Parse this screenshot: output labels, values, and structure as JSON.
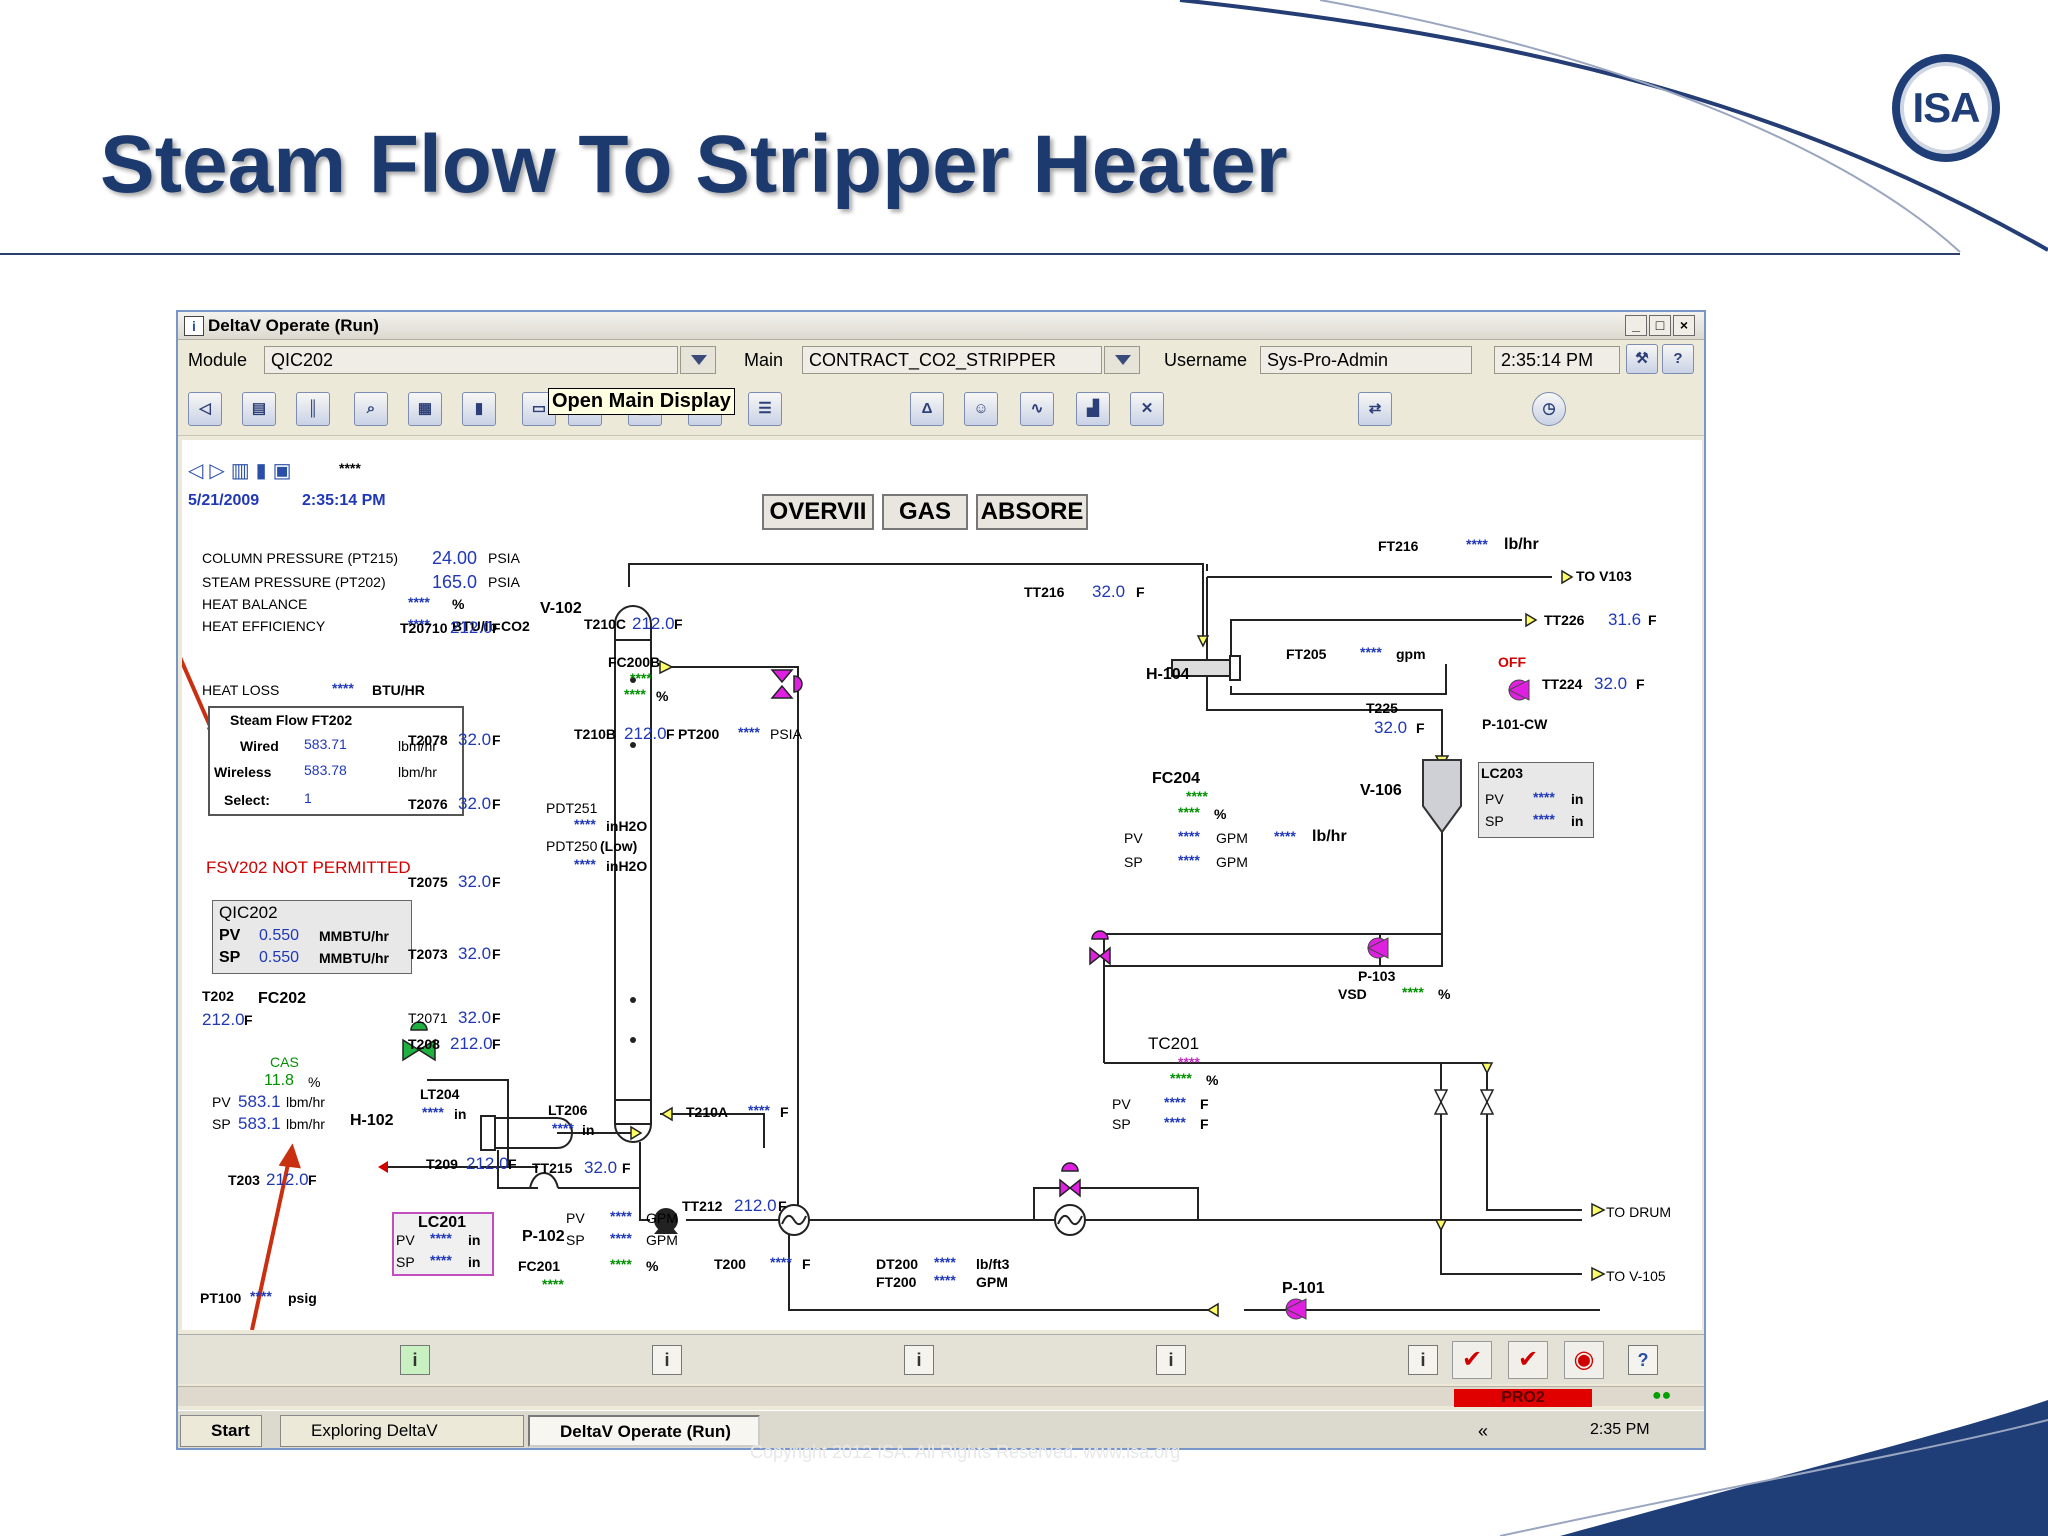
{
  "slide": {
    "title": "Steam Flow To Stripper Heater",
    "logo_text": "ISA",
    "copyright": "Copyright 2012 ISA. All Rights Reserved. www.isa.org"
  },
  "window": {
    "title": "DeltaV Operate (Run)",
    "module_label": "Module",
    "module_value": "QIC202",
    "main_label": "Main",
    "main_value": "CONTRACT_CO2_STRIPPER",
    "username_label": "Username",
    "username_value": "Sys-Pro-Admin",
    "time": "2:35:14 PM",
    "help": "?",
    "tooltip": "Open Main Display",
    "stars": "****",
    "date": "5/21/2009",
    "date_time": "2:35:14 PM"
  },
  "nav": [
    "OVERVII",
    "GAS",
    "ABSORE"
  ],
  "left_panel": {
    "column_pressure_label": "COLUMN PRESSURE (PT215)",
    "column_pressure_value": "24.00",
    "column_pressure_unit": "PSIA",
    "steam_pressure_label": "STEAM PRESSURE (PT202)",
    "steam_pressure_value": "165.0",
    "steam_pressure_unit": "PSIA",
    "heat_balance_label": "HEAT BALANCE",
    "heat_balance_value": "****",
    "heat_balance_unit": "%",
    "heat_eff_label": "HEAT EFFICIENCY",
    "heat_eff_value": "****",
    "heat_eff_unit": "BTU/lb CO2",
    "heat_loss_label": "HEAT LOSS",
    "heat_loss_value": "****",
    "heat_loss_unit": "BTU/HR",
    "fsv_msg": "FSV202 NOT PERMITTED"
  },
  "steam_box": {
    "title": "Steam Flow FT202",
    "wired_label": "Wired",
    "wired_value": "583.71",
    "wired_unit": "lbm/hr",
    "wireless_label": "Wireless",
    "wireless_value": "583.78",
    "wireless_unit": "lbm/hr",
    "select_label": "Select:",
    "select_value": "1"
  },
  "qic": {
    "title": "QIC202",
    "pv_label": "PV",
    "pv_value": "0.550",
    "pv_unit": "MMBTU/hr",
    "sp_label": "SP",
    "sp_value": "0.550",
    "sp_unit": "MMBTU/hr"
  },
  "fc202": {
    "t202_label": "T202",
    "t202_value": "212.0",
    "unit_f": "F",
    "tag": "FC202",
    "mode": "CAS",
    "out": "11.8",
    "out_unit": "%",
    "pv_label": "PV",
    "pv_value": "583.1",
    "pv_unit": "lbm/hr",
    "sp_label": "SP",
    "sp_value": "583.1",
    "sp_unit": "lbm/hr",
    "t203_label": "T203",
    "t203_value": "212.0"
  },
  "pt100": {
    "label": "PT100",
    "value": "****",
    "unit": "psig"
  },
  "temps": [
    {
      "label": "T20710",
      "value": "212.0"
    },
    {
      "label": "T2078",
      "value": "32.0"
    },
    {
      "label": "T2076",
      "value": "32.0"
    },
    {
      "label": "T2075",
      "value": "32.0"
    },
    {
      "label": "T2073",
      "value": "32.0"
    },
    {
      "label": "T2071",
      "value": "32.0"
    },
    {
      "label": "T208",
      "value": "212.0"
    },
    {
      "label": "T209",
      "value": "212.0"
    }
  ],
  "column": {
    "v102": "V-102",
    "h102": "H-102",
    "lt204_label": "LT204",
    "lt204_value": "****",
    "lt204_unit": "in",
    "lt206_label": "LT206",
    "lt206_value": "****",
    "lt206_unit": "in",
    "tt215_label": "TT215",
    "tt215_value": "32.0",
    "t210c_label": "T210C",
    "t210c_value": "212.0",
    "t210b_label": "T210B",
    "t210b_value": "212.0",
    "pt200_label": "PT200",
    "pt200_value": "****",
    "pt200_unit": "PSIA",
    "fc200b_tag": "FC200B",
    "fc200b_mode": "****",
    "fc200b_out": "****",
    "fc200b_unit": "%",
    "pdt251_label": "PDT251",
    "pdt251_value": "****",
    "pdt251_unit": "inH2O",
    "pdt250_label": "PDT250",
    "pdt250_low": "(Low)",
    "pdt250_value": "****",
    "pdt250_unit": "inH2O",
    "t210a_label": "T210A",
    "t210a_value": "****",
    "tt212_label": "TT212",
    "tt212_value": "212.0",
    "t200_label": "T200",
    "t200_value": "****"
  },
  "lc201": {
    "tag": "LC201",
    "pv_label": "PV",
    "pv_value": "****",
    "sp_label": "SP",
    "sp_value": "****",
    "unit": "in"
  },
  "fc201": {
    "p102": "P-102",
    "pv_label": "PV",
    "pv_value": "****",
    "sp_label": "SP",
    "sp_value": "****",
    "unit": "GPM",
    "tag": "FC201",
    "mode": "****",
    "out": "****",
    "out_unit": "%"
  },
  "dt200": {
    "dt200_label": "DT200",
    "dt200_value": "****",
    "dt200_unit": "lb/ft3",
    "ft200_label": "FT200",
    "ft200_value": "****",
    "ft200_unit": "GPM",
    "p101": "P-101"
  },
  "right": {
    "ft216_label": "FT216",
    "ft216_value": "****",
    "ft216_unit": "lb/hr",
    "to_v103": "TO V103",
    "tt216_label": "TT216",
    "tt216_value": "32.0",
    "tt226_label": "TT226",
    "tt226_value": "31.6",
    "ft205_label": "FT205",
    "ft205_value": "****",
    "ft205_unit": "gpm",
    "h104": "H-104",
    "off": "OFF",
    "tt224_label": "TT224",
    "tt224_value": "32.0",
    "t225_label": "T225",
    "t225_value": "32.0",
    "p101cw": "P-101-CW",
    "fc204_tag": "FC204",
    "fc204_mode": "****",
    "fc204_out": "****",
    "fc204_out_unit": "%",
    "fc204_pv_label": "PV",
    "fc204_pv_value": "****",
    "fc204_sp_label": "SP",
    "fc204_sp_value": "****",
    "fc204_unit": "GPM",
    "fc204_flow_value": "****",
    "fc204_flow_unit": "lb/hr",
    "v106": "V-106",
    "lc203_tag": "LC203",
    "lc203_pv_label": "PV",
    "lc203_pv_value": "****",
    "lc203_sp_label": "SP",
    "lc203_sp_value": "****",
    "lc203_unit": "in",
    "p103": "P-103",
    "vsd": "VSD",
    "vsd_value": "****",
    "vsd_unit": "%",
    "tc201_tag": "TC201",
    "tc201_mode": "****",
    "tc201_out": "****",
    "tc201_out_unit": "%",
    "tc201_pv_label": "PV",
    "tc201_pv_value": "****",
    "tc201_sp_label": "SP",
    "tc201_sp_value": "****",
    "tc201_unit": "F",
    "to_drum": "TO DRUM",
    "to_v105": "TO V-105"
  },
  "statusbar": {
    "i_label": "i",
    "help": "?",
    "pro2": "PRO2"
  },
  "taskbar": {
    "start": "Start",
    "exploring": "Exploring DeltaV",
    "operate": "DeltaV Operate (Run)",
    "clock": "2:35 PM",
    "chev": "«"
  },
  "colors": {
    "title": "#1d3a6e",
    "value_blue": "#2038b8",
    "alarm_red": "#d00000",
    "mode_green": "#009000",
    "pump_magenta": "#e020e0",
    "arrow": "#c83010"
  }
}
